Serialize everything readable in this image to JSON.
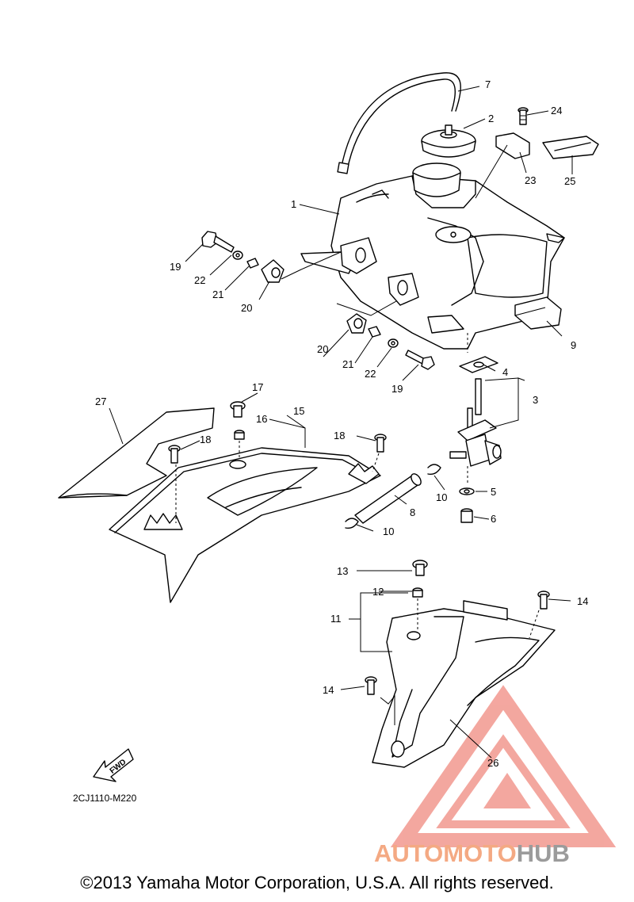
{
  "diagram_code": "2CJ1110-M220",
  "fwd_label": "FWD",
  "copyright": "©2013 Yamaha Motor Corporation, U.S.A. All rights reserved.",
  "watermark": {
    "part1": "AUTOMOTO",
    "part2": "HUB",
    "color_primary": "#f4a983",
    "color_secondary": "#9b9b9b",
    "logo_color": "#f08a80"
  },
  "callouts": {
    "c1": "1",
    "c2": "2",
    "c3": "3",
    "c4": "4",
    "c5": "5",
    "c6": "6",
    "c7": "7",
    "c8": "8",
    "c9": "9",
    "c10a": "10",
    "c10b": "10",
    "c11": "11",
    "c12": "12",
    "c13": "13",
    "c14a": "14",
    "c14b": "14",
    "c15": "15",
    "c16": "16",
    "c17": "17",
    "c18a": "18",
    "c18b": "18",
    "c19a": "19",
    "c19b": "19",
    "c20a": "20",
    "c20b": "20",
    "c21a": "21",
    "c21b": "21",
    "c22a": "22",
    "c22b": "22",
    "c23": "23",
    "c24": "24",
    "c25": "25",
    "c26": "26",
    "c27": "27"
  }
}
